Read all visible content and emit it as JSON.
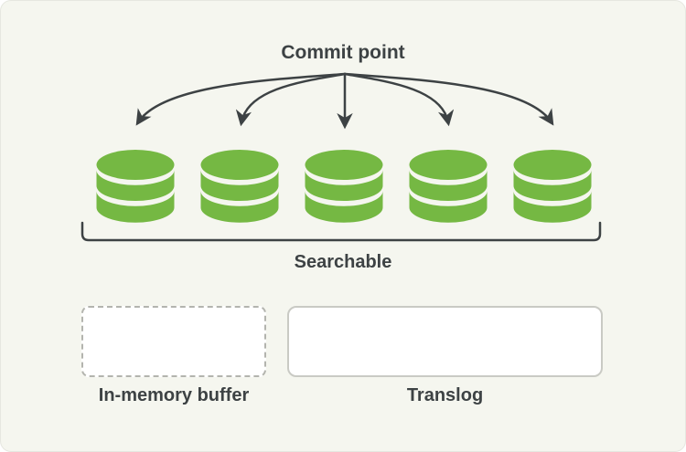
{
  "title": "Commit point",
  "segments": {
    "count": 5,
    "icon": "database-icon",
    "group_label": "Searchable"
  },
  "buffer": {
    "label": "In-memory buffer",
    "style": "dashed-empty-box"
  },
  "translog": {
    "label": "Translog",
    "style": "solid-empty-box"
  },
  "colors": {
    "background": "#f5f6ef",
    "ink": "#3d4244",
    "segment_green": "#75b843",
    "dashed_border": "#b3b4ae",
    "solid_border": "#c9cac4",
    "box_fill": "#ffffff"
  }
}
